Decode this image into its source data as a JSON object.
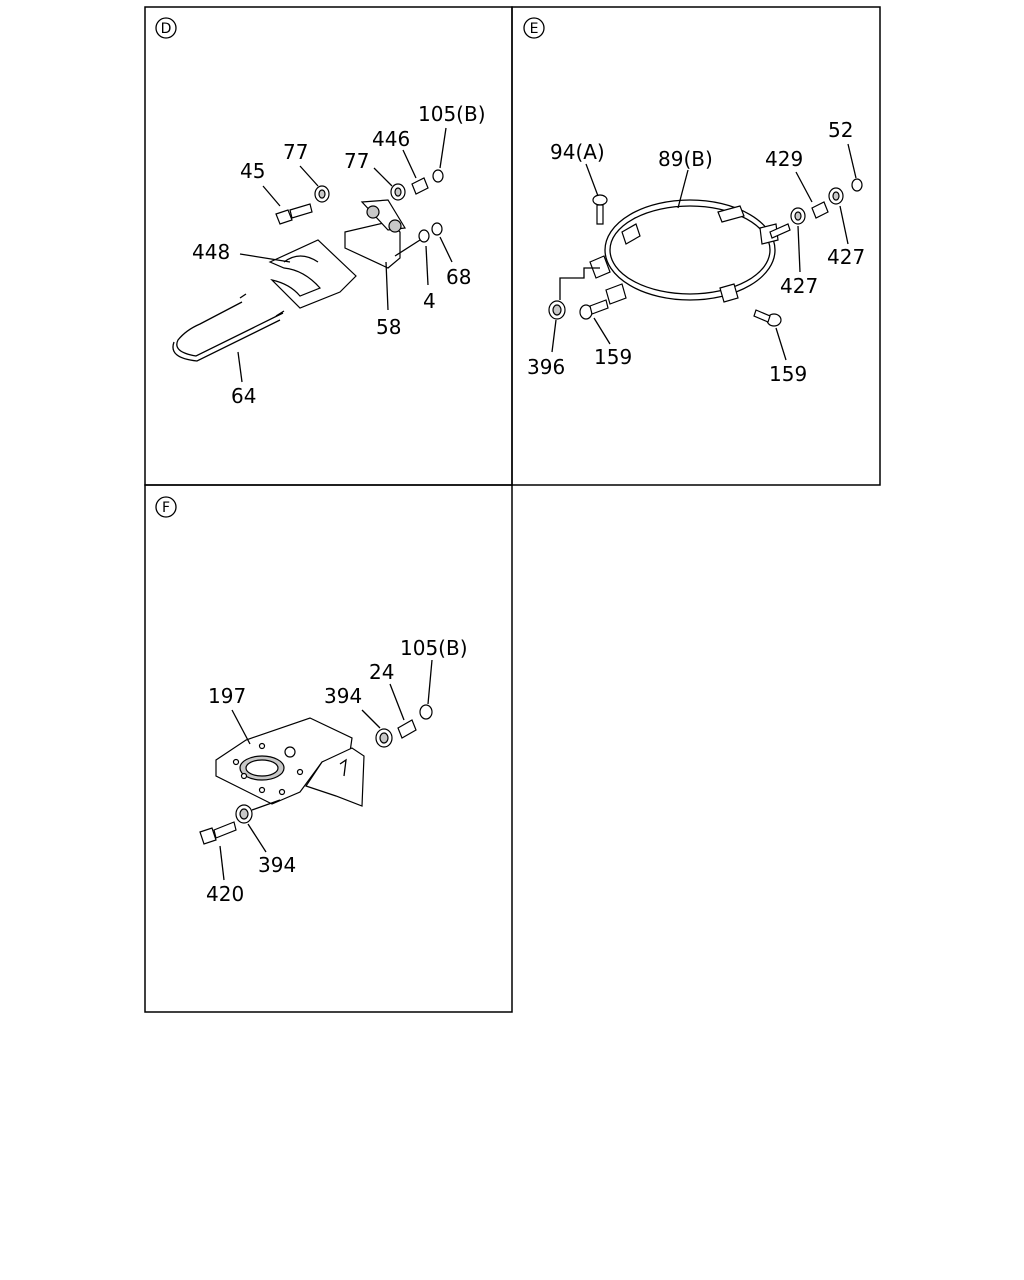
{
  "panels": [
    {
      "id": "D",
      "callout": "D",
      "labels": [
        "105(B)",
        "77",
        "446",
        "77",
        "45",
        "448",
        "68",
        "4",
        "58",
        "64"
      ]
    },
    {
      "id": "E",
      "callout": "E",
      "labels": [
        "52",
        "94(A)",
        "89(B)",
        "429",
        "427",
        "427",
        "396",
        "159",
        "159"
      ]
    },
    {
      "id": "F",
      "callout": "F",
      "labels": [
        "105(B)",
        "24",
        "197",
        "394",
        "394",
        "420"
      ]
    }
  ]
}
